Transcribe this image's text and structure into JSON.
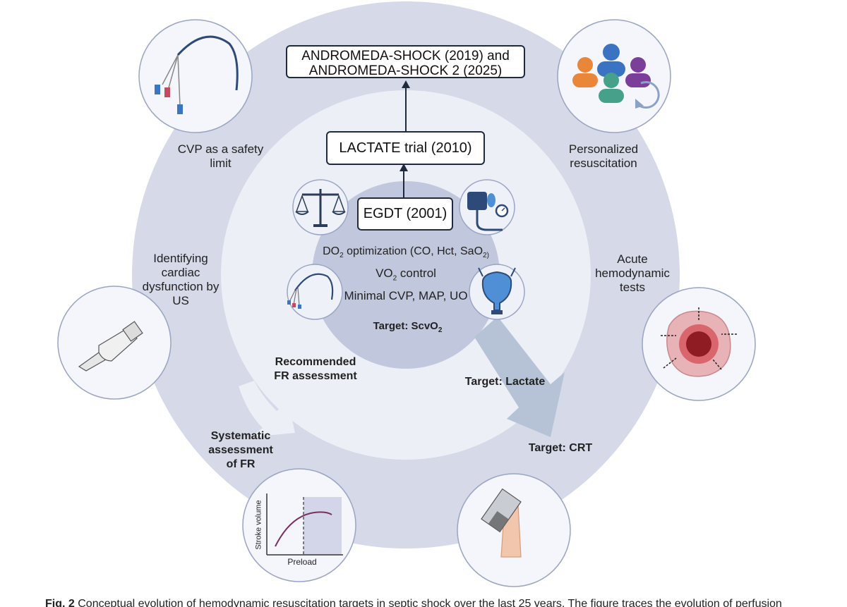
{
  "boxes": {
    "andromeda_line1": "ANDROMEDA-SHOCK  (2019) and",
    "andromeda_line2": "ANDROMEDA-SHOCK 2 (2025)",
    "lactate_trial": "LACTATE trial (2010)",
    "egdt": "EGDT (2001)"
  },
  "inner": {
    "do2_prefix": "DO",
    "do2_sub": "2",
    "do2_mid": " optimization (CO, Hct, SaO",
    "do2_sub2": "2)",
    "vo2_prefix": "VO",
    "vo2_sub": "2",
    "vo2_suffix": " control",
    "minimal": "Minimal CVP, MAP, UO",
    "target_scvo2_prefix": "Target: ScvO",
    "target_scvo2_sub": "2"
  },
  "labels": {
    "cvp_line1": "CVP as a safety",
    "cvp_line2": "limit",
    "personalized_line1": "Personalized",
    "personalized_line2": "resuscitation",
    "identifying_line1": "Identifying",
    "identifying_line2": "cardiac",
    "identifying_line3": "dysfunction by",
    "identifying_line4": "US",
    "acute_line1": "Acute",
    "acute_line2": "hemodynamic",
    "acute_line3": "tests",
    "recommended_line1": "Recommended",
    "recommended_line2": "FR assessment",
    "target_lactate": "Target: Lactate",
    "systematic_line1": "Systematic",
    "systematic_line2": "assessment",
    "systematic_line3": "of FR",
    "target_crt": "Target: CRT"
  },
  "graph": {
    "ylabel": "Stroke volume",
    "xlabel": "Preload"
  },
  "caption": {
    "fig": "Fig. 2",
    "text": "Conceptual evolution of hemodynamic resuscitation targets in septic shock over the last 25 years. The figure traces the evolution of perfusion"
  },
  "colors": {
    "outer_ring": "#d5d9e8",
    "middle_ring": "#edeff6",
    "inner_disc": "#c1c7dc",
    "arrow_fill": "#b6c3d6",
    "circle_border": "#9aa5c4"
  }
}
